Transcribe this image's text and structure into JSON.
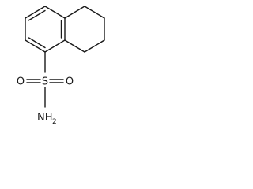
{
  "molecule": {
    "atoms": {
      "sulfur": "S",
      "oxygen_left": "O",
      "oxygen_right": "O",
      "amine_n": "NH",
      "amine_subscript": "2"
    }
  }
}
